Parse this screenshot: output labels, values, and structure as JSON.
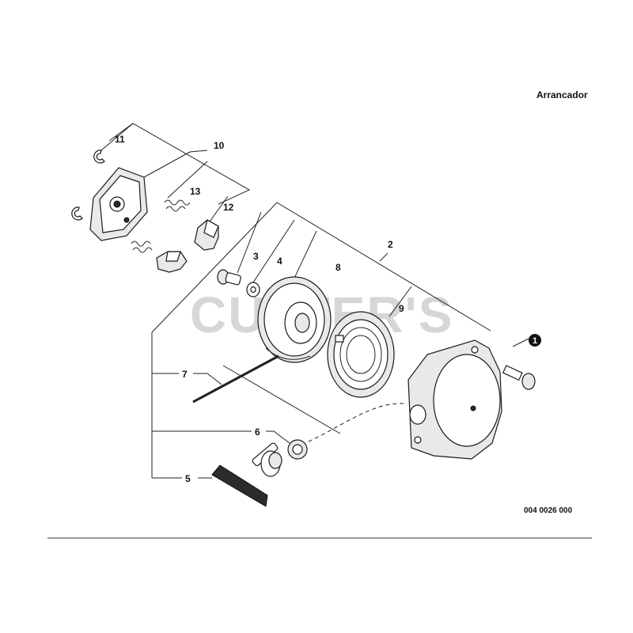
{
  "title": "Arrancador",
  "diagram_code": "004 0026 000",
  "watermark": "CUTTER'S",
  "callouts": {
    "n1": "1",
    "n2": "2",
    "n3": "3",
    "n4": "4",
    "n5": "5",
    "n6": "6",
    "n7": "7",
    "n8": "8",
    "n9": "9",
    "n10": "10",
    "n11": "11",
    "n12": "12",
    "n13": "13"
  }
}
